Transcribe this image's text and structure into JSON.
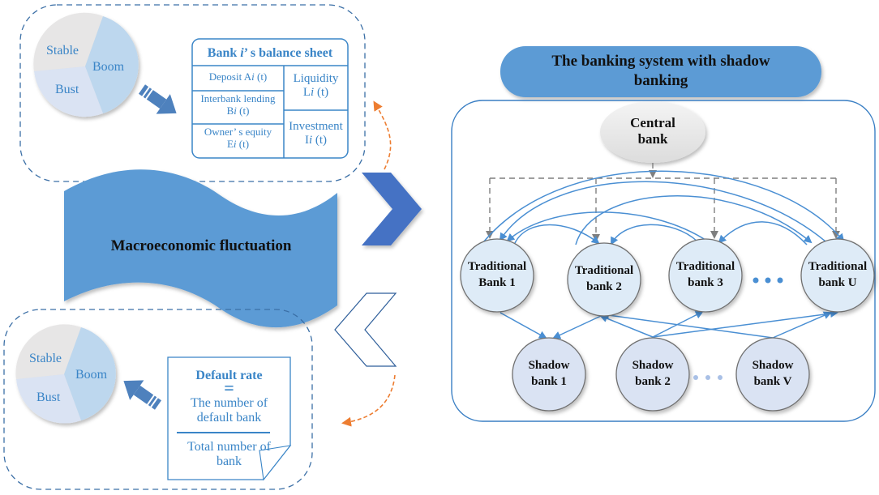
{
  "colors": {
    "primary_blue": "#5b9bd5",
    "dark_blue": "#4472c4",
    "arrow_blue": "#4a8fd3",
    "text_blue": "#3a85c7",
    "dashed_border": "#3b6fa6",
    "orange_arrow": "#ed7d31",
    "node_fill_traditional": "#deebf7",
    "node_fill_shadow": "#dae3f3",
    "gray_dashed": "#7f7f7f",
    "pie_stable": "#e7e6e6",
    "pie_boom": "#bdd7ee",
    "pie_bust": "#dae3f3"
  },
  "pie_top": {
    "slices": [
      {
        "label": "Stable"
      },
      {
        "label": "Boom"
      },
      {
        "label": "Bust"
      }
    ]
  },
  "pie_bottom": {
    "slices": [
      {
        "label": "Stable"
      },
      {
        "label": "Boom"
      },
      {
        "label": "Bust"
      }
    ]
  },
  "balance_sheet": {
    "title_prefix": "Bank ",
    "title_var": "i",
    "title_suffix": "’ s balance sheet",
    "left": [
      {
        "line1": "Deposit A",
        "var": "i",
        "line1_end": " (t)"
      },
      {
        "line1": "Interbank lending",
        "line2": "B",
        "var": "i",
        "line2_end": " (t)"
      },
      {
        "line1": "Owner’ s equity",
        "line2": "E",
        "var": "i",
        "line2_end": " (t)"
      }
    ],
    "right": [
      {
        "line1": "Liquidity",
        "line2": "L",
        "var": "i",
        "line2_end": " (t)"
      },
      {
        "line1": "Investment",
        "line2": "I",
        "var": "i",
        "line2_end": " (t)"
      }
    ]
  },
  "banner": {
    "label": "Macroeconomic fluctuation"
  },
  "default_rate": {
    "title": "Default rate",
    "equals": "=",
    "numerator_line1": "The number of",
    "numerator_line2": "default bank",
    "denominator_line1": "Total number of",
    "denominator_line2": "bank"
  },
  "system": {
    "title_line1": "The banking system with shadow",
    "title_line2": "banking",
    "central_bank": {
      "line1": "Central",
      "line2": "bank"
    },
    "traditional_banks": [
      {
        "line1": "Traditional",
        "line2": "Bank 1"
      },
      {
        "line1": "Traditional",
        "line2": "bank 2"
      },
      {
        "line1": "Traditional",
        "line2": "bank 3"
      },
      {
        "line1": "Traditional",
        "line2": "bank U"
      }
    ],
    "shadow_banks": [
      {
        "line1": "Shadow",
        "line2": "bank 1"
      },
      {
        "line1": "Shadow",
        "line2": "bank 2"
      },
      {
        "line1": "Shadow",
        "line2": "bank V"
      }
    ],
    "ellipsis": "• • •"
  }
}
